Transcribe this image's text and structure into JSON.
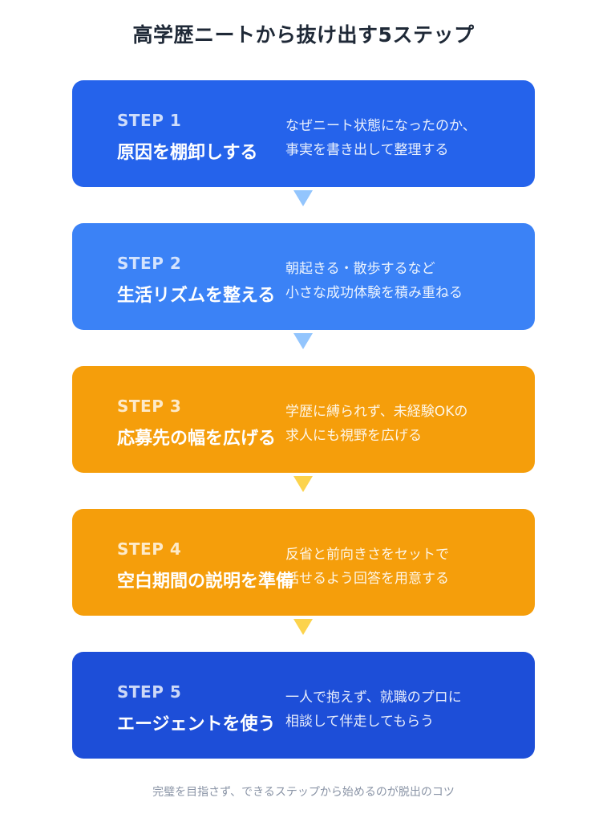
{
  "title": "高学歴ニートから抜け出す5ステップ",
  "steps": [
    {
      "number": "STEP 1",
      "title": "原因を棚卸しする",
      "desc_line1": "なぜニート状態になったのか、",
      "desc_line2": "事実を書き出して整理する",
      "color": "#2563eb"
    },
    {
      "number": "STEP 2",
      "title": "生活リズムを整える",
      "desc_line1": "朝起きる・散歩するなど",
      "desc_line2": "小さな成功体験を積み重ねる",
      "color": "#3b82f6"
    },
    {
      "number": "STEP 3",
      "title": "応募先の幅を広げる",
      "desc_line1": "学歴に縛られず、未経験OKの",
      "desc_line2": "求人にも視野を広げる",
      "color": "#f59e0b"
    },
    {
      "number": "STEP 4",
      "title": "空白期間の説明を準備",
      "desc_line1": "反省と前向きさをセットで",
      "desc_line2": "話せるよう回答を用意する",
      "color": "#f59e0b"
    },
    {
      "number": "STEP 5",
      "title": "エージェントを使う",
      "desc_line1": "一人で抱えず、就職のプロに",
      "desc_line2": "相談して伴走してもらう",
      "color": "#1d4ed8"
    }
  ],
  "arrow_colors": [
    "#93c5fd",
    "#93c5fd",
    "#fcd34d",
    "#fcd34d"
  ],
  "footer": "完璧を目指さず、できるステップから始めるのが脱出のコツ"
}
